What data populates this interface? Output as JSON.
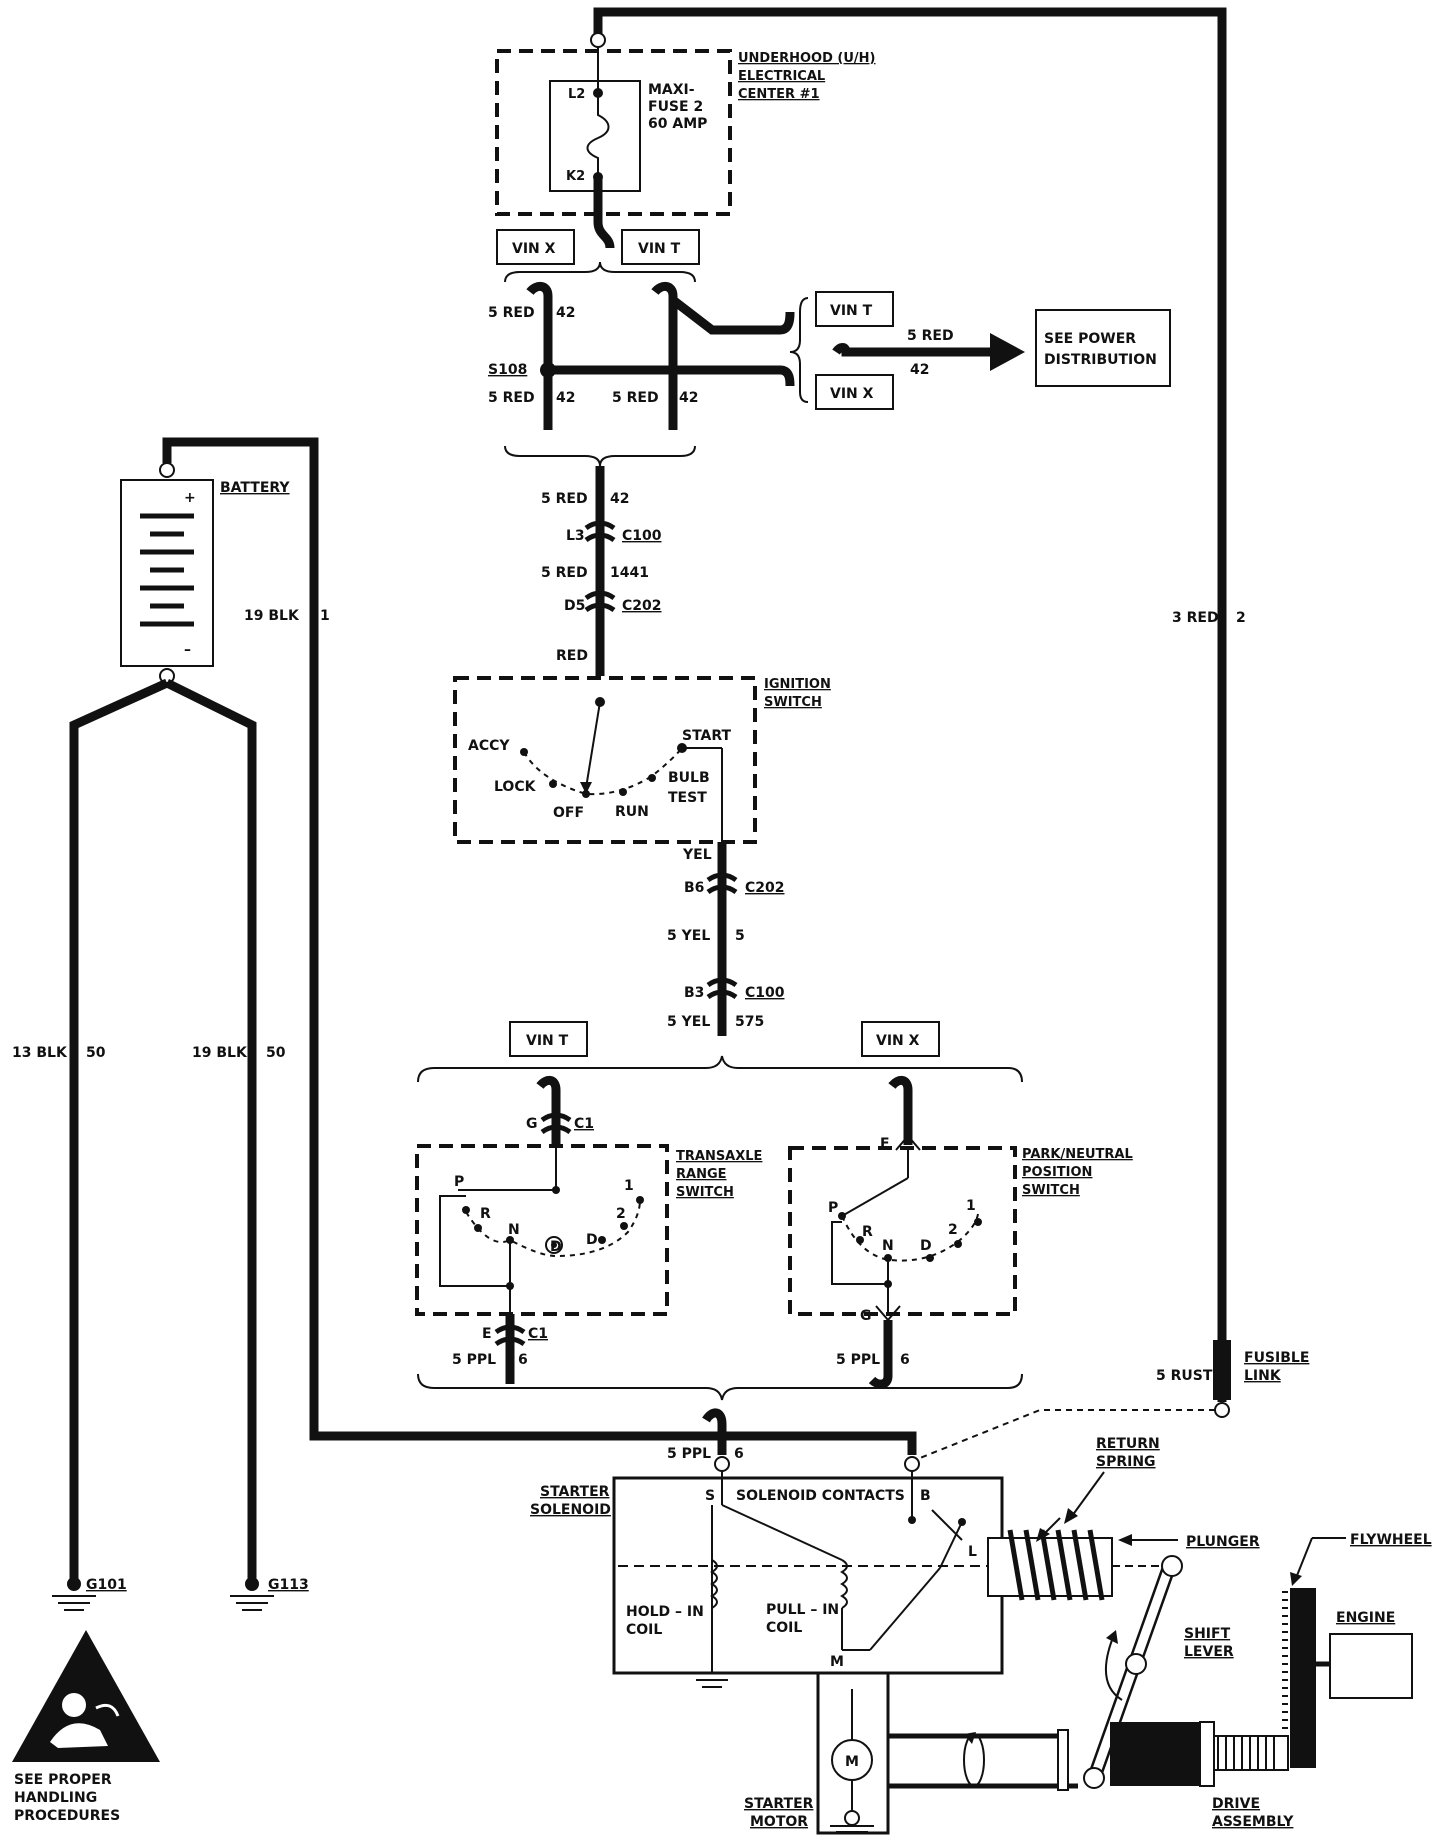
{
  "fuse_center": {
    "title": [
      "UNDERHOOD (U/H)",
      "ELECTRICAL",
      "CENTER #1"
    ],
    "fuse": [
      "MAXI-",
      "FUSE 2",
      "60 AMP"
    ],
    "pin_top": "L2",
    "pin_bottom": "K2"
  },
  "vin": {
    "x": "VIN X",
    "t": "VIN T"
  },
  "splice": {
    "name": "S108",
    "wire": "5 RED",
    "circuit": "42",
    "see_power": [
      "SEE POWER",
      "DISTRIBUTION"
    ]
  },
  "battery": {
    "label": "BATTERY",
    "plus": "+",
    "minus": "–",
    "wire_gauge": "19 BLK",
    "wire_circuit": "1"
  },
  "ignition_feed": [
    {
      "left": "5 RED",
      "right": "42"
    },
    {
      "left": "L3",
      "right": "C100"
    },
    {
      "left": "5 RED",
      "right": "1441"
    },
    {
      "left": "D5",
      "right": "C202"
    },
    {
      "left": "RED",
      "right": ""
    }
  ],
  "ignition_switch": {
    "title": [
      "IGNITION",
      "SWITCH"
    ],
    "positions": [
      "ACCY",
      "LOCK",
      "OFF",
      "RUN",
      "START",
      "BULB",
      "TEST"
    ]
  },
  "crank_wire": [
    {
      "left": "YEL",
      "right": ""
    },
    {
      "left": "B6",
      "right": "C202"
    },
    {
      "left": "5 YEL",
      "right": "5"
    },
    {
      "left": "B3",
      "right": "C100"
    },
    {
      "left": "5 YEL",
      "right": "575"
    }
  ],
  "transaxle_switch": {
    "title": [
      "TRANSAXLE",
      "RANGE",
      "SWITCH"
    ],
    "conn_top": "G",
    "conn_top_name": "C1",
    "conn_bottom": "E",
    "conn_bottom_name": "C1",
    "positions": [
      "P",
      "R",
      "N",
      "D",
      "D",
      "2",
      "1"
    ],
    "wire": "5 PPL",
    "circuit": "6"
  },
  "park_neutral_switch": {
    "title": [
      "PARK/NEUTRAL",
      "POSITION",
      "SWITCH"
    ],
    "conn_top": "F",
    "conn_bottom": "G",
    "positions": [
      "P",
      "R",
      "N",
      "D",
      "2",
      "1"
    ],
    "wire": "5 PPL",
    "circuit": "6"
  },
  "grounds": [
    {
      "wire": "13 BLK",
      "circuit": "50",
      "name": "G101"
    },
    {
      "wire": "19 BLK",
      "circuit": "50",
      "name": "G113"
    }
  ],
  "battery_feed": {
    "wire": "3 RED",
    "circuit": "2"
  },
  "fusible_link": {
    "wire": "5 RUST",
    "label": [
      "FUSIBLE",
      "LINK"
    ]
  },
  "solenoid_feed": {
    "wire": "5 PPL",
    "circuit": "6"
  },
  "starter": {
    "solenoid": [
      "STARTER",
      "SOLENOID"
    ],
    "contacts": "SOLENOID CONTACTS",
    "term_s": "S",
    "term_b": "B",
    "term_m": "M",
    "term_l": "L",
    "hold_coil": [
      "HOLD – IN",
      "COIL"
    ],
    "pull_coil": [
      "PULL – IN",
      "COIL"
    ],
    "motor": [
      "STARTER",
      "MOTOR"
    ],
    "motor_symbol": "M",
    "return_spring": [
      "RETURN",
      "SPRING"
    ],
    "plunger": "PLUNGER",
    "shift_lever": [
      "SHIFT",
      "LEVER"
    ],
    "flywheel": "FLYWHEEL",
    "engine": "ENGINE",
    "drive": [
      "DRIVE",
      "ASSEMBLY"
    ]
  },
  "esd_notice": [
    "SEE PROPER",
    "HANDLING",
    "PROCEDURES"
  ]
}
